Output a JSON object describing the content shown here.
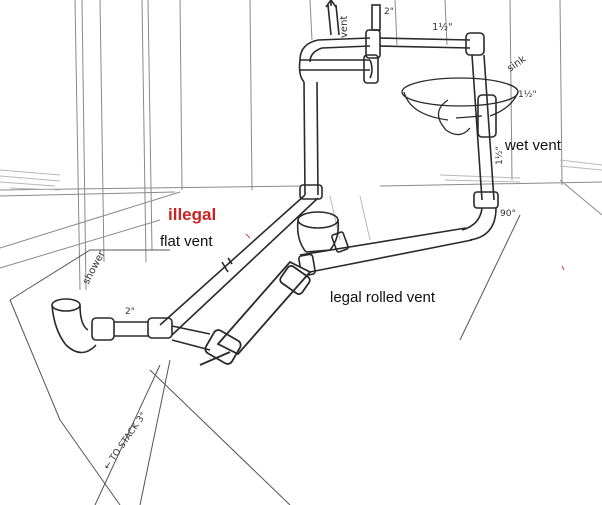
{
  "labels": {
    "illegal": "illegal",
    "flat_vent": "flat vent",
    "legal_rolled_vent": "legal rolled vent",
    "wet_vent": "wet vent"
  },
  "sketch_notes": {
    "vent": "vent",
    "sink": "sink",
    "shower": "shower",
    "to_stack": "← TO STACK 3\"",
    "size_2in_top": "2\"",
    "size_1_5_top": "1½\"",
    "size_1_5_sink": "1½\"",
    "size_1_5_drop": "1½\"",
    "size_90": "90°",
    "size_2in_shower": "2\""
  },
  "colors": {
    "illegal": "#cc2222",
    "line": "#2a2a2a",
    "wall": "#8a8a8a",
    "shade": "#b8b8b8"
  }
}
